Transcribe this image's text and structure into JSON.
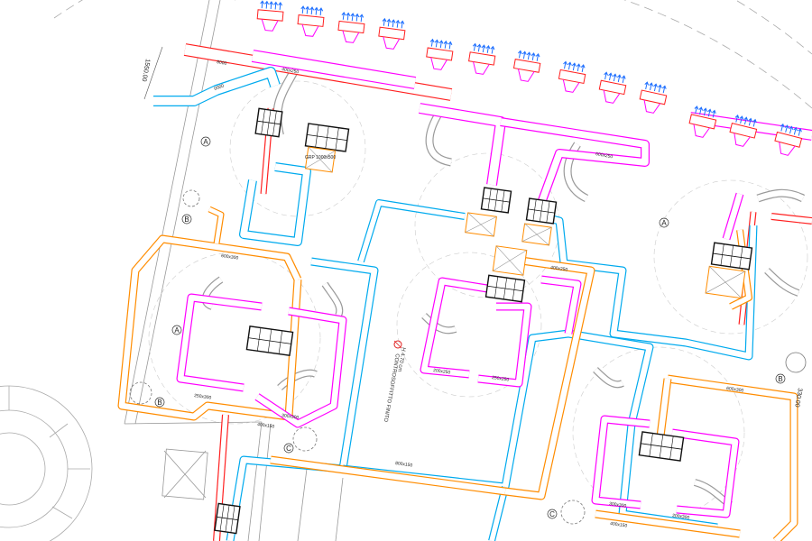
{
  "drawing": {
    "colors": {
      "supply_duct": "#ff00ff",
      "return_duct": "#ff8c00",
      "fresh_air_duct": "#00aaee",
      "exhaust_duct": "#ff2020",
      "diffuser_arrows": "#1e6fff",
      "building": "#888888"
    },
    "dimensions": [
      "1550.00",
      "330.00"
    ],
    "ceiling_note": {
      "height": "H 4.70 cm",
      "text": "CONTROSOFFITTO FINITO"
    },
    "zone_markers": [
      "A",
      "B",
      "C"
    ],
    "duct_labels": {
      "top_magenta": "400x250",
      "top_magenta_2": "600x250",
      "red_duct": "8000",
      "blue_duct": "0000",
      "left_orange_top": "600x300",
      "left_magenta_a": "250x300",
      "left_magenta_b": "300x300",
      "left_orange_bottom": "400x150",
      "center_magenta_a": "200x250",
      "center_magenta_b": "250x250",
      "center_box": "400x250",
      "center_orange": "800x150",
      "right_orange_top": "600x300",
      "right_magenta_a": "300x300",
      "right_magenta_b": "200x300",
      "right_orange_bottom": "400x150",
      "unit_tag": "GRP 1000x500"
    }
  }
}
